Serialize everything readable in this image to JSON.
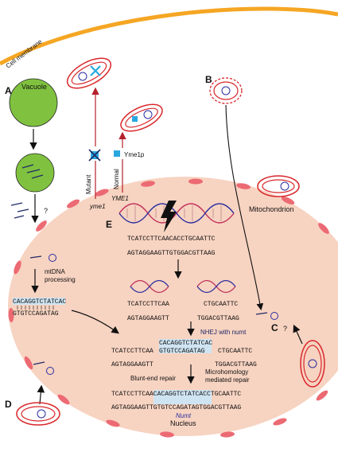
{
  "labels": {
    "cell_membrane": "Cell membrane",
    "vacuole": "Vacuole",
    "nucleus": "Nucleus",
    "mitochondrion": "Mitochondrion",
    "panel_a": "A",
    "panel_b": "B",
    "panel_c": "C",
    "panel_d": "D",
    "panel_e": "E",
    "mutant": "Mutant",
    "normal": "Normal",
    "yme1_mutant": "yme1",
    "yme1_normal": "YME1",
    "yme1p": "Yme1p",
    "question_left": "?",
    "question_right": "?",
    "mtdna_processing_1": "mtDNA",
    "mtdna_processing_2": "processing",
    "nhej": "NHEJ with numt",
    "blunt_end": "Blunt-end repair",
    "mmej_1": "Microhomology",
    "mmej_2": "mediated repair",
    "numt": "Numt"
  },
  "sequences": {
    "genomic_top": "TCATCCTTCAACACCTGCAATTC",
    "genomic_bottom": "AGTAGGAAGTTGTGGACGTTAAG",
    "mt_fragment_top": "CACAGGTCTATCAC",
    "mt_fragment_bottom": "GTGTCCAGATAG",
    "left_end_top": "TCATCCTTCAA",
    "left_end_bottom": "AGTAGGAAGTT",
    "right_end_top": "CTGCAATTC",
    "right_end_bottom": "TGGACGTTAAG",
    "insert_top": "CACAGGTCTATCAC",
    "insert_bottom": "GTGTCCAGATAG",
    "final_top": "TCATCCTTCAACACAGGTCTATCACCTGCAATTC",
    "final_bottom": "AGTAGGAAGTTGTGTCCAGATAGTGGACGTTAAG"
  },
  "colors": {
    "nucleus_fill": "#f7d3c1",
    "nucleus_pore": "#ec6a73",
    "vacuole_fill": "#80c23f",
    "membrane": "#f5a623",
    "mito_outer": "#d9262a",
    "arrow_red": "#b5202a",
    "yme1p": "#29a8e0",
    "seq_highlight": "#cfe4f2"
  }
}
